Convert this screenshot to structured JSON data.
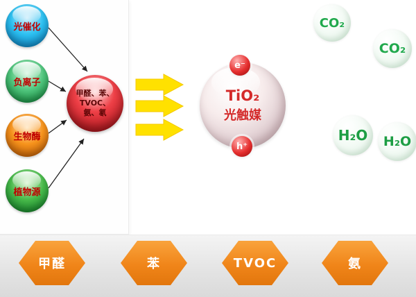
{
  "diagram": {
    "title_hint": "TiO2 photocatalyst purification diagram",
    "sources": [
      {
        "label": "光催化",
        "color": "#2ec1f1"
      },
      {
        "label": "负离子",
        "color": "#52c77f"
      },
      {
        "label": "生物酶",
        "color": "#f7941d"
      },
      {
        "label": "植物源",
        "color": "#49bb4b"
      }
    ],
    "pollutants_sphere": {
      "label": "甲醛、苯、TVOC、氨、氡",
      "color": "#ee4047"
    },
    "flow_arrow_color": "#ffe100",
    "catalyst_bubble": {
      "formula": "TiO₂",
      "name": "光触媒",
      "text_color": "#d42a2a",
      "electron": "e⁻",
      "hole": "h⁺"
    },
    "products": [
      {
        "label": "CO₂"
      },
      {
        "label": "CO₂"
      },
      {
        "label": "H₂O"
      },
      {
        "label": "H₂O"
      }
    ],
    "product_text_color": "#21a94d",
    "bottom_pollutants": [
      {
        "label": "甲醛"
      },
      {
        "label": "苯"
      },
      {
        "label": "TVOC"
      },
      {
        "label": "氨"
      }
    ],
    "hexagon_color": "#f08519"
  }
}
